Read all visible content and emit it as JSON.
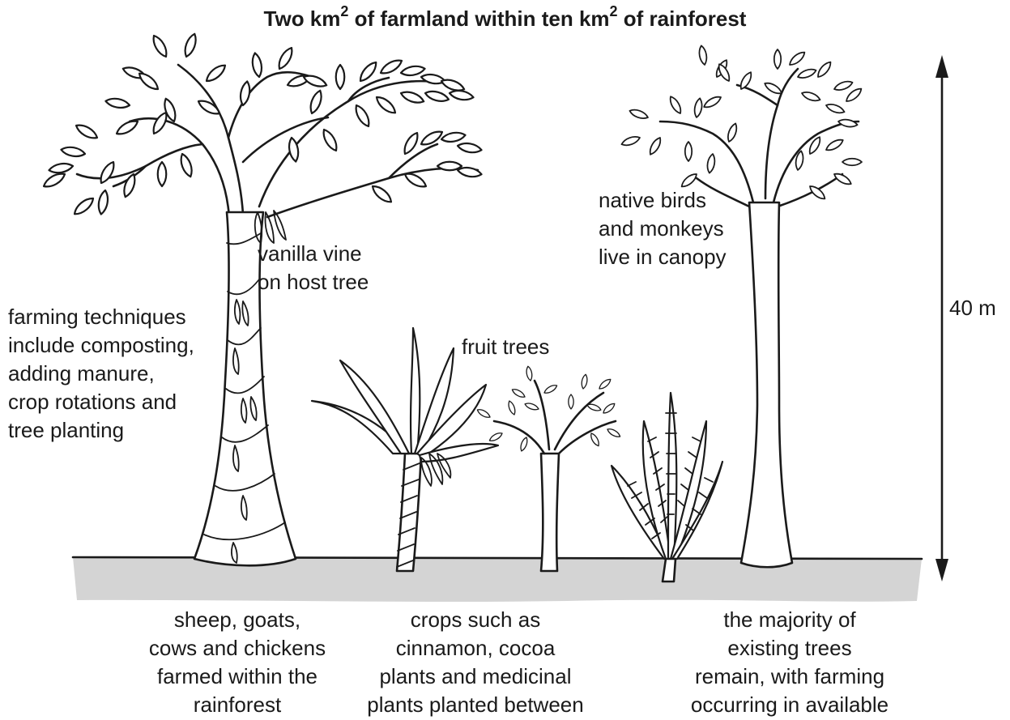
{
  "title": {
    "part1": "Two km",
    "sup1": "2",
    "part2": " of farmland within ten km",
    "sup2": "2",
    "part3": " of rainforest"
  },
  "labels": {
    "farming_techniques": "farming techniques\ninclude composting,\nadding manure,\ncrop rotations and\ntree planting",
    "vanilla_vine": "vanilla vine\non host tree",
    "fruit_trees": "fruit trees",
    "native_birds": "native birds\nand monkeys\nlive in canopy",
    "height": "40 m",
    "livestock": "sheep, goats,\ncows and chickens\nfarmed within the\nrainforest",
    "crops": "crops such as\ncinnamon, cocoa\nplants and medicinal\nplants planted between\nlarger trees",
    "existing_trees": "the majority of\nexisting trees\nremain, with farming\noccurring in available\nspace"
  },
  "colors": {
    "ground": "#d4d4d4",
    "ink": "#1a1a1a",
    "background": "#ffffff"
  }
}
